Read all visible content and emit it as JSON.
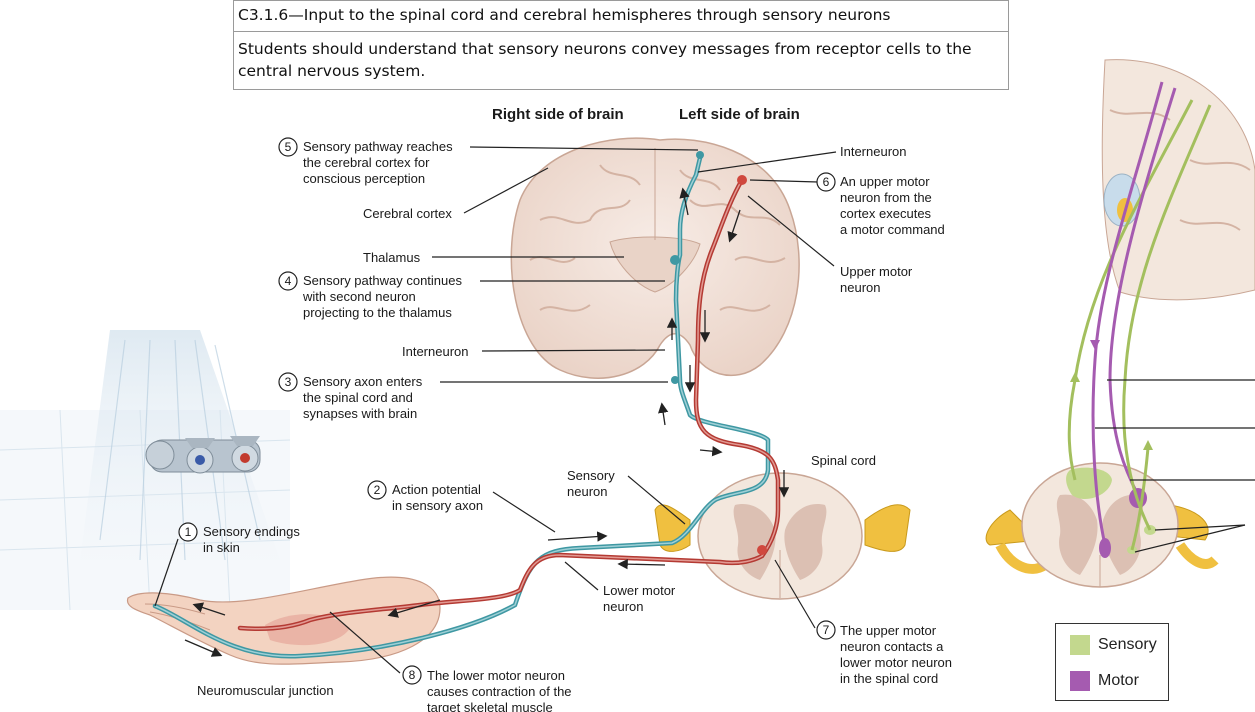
{
  "curriculum": {
    "row1": "C3.1.6—Input to the spinal cord and cerebral hemispheres through sensory neurons",
    "row2": "Students should understand that sensory neurons convey messages from receptor cells to the central nervous system."
  },
  "headers": {
    "right_side": "Right side of brain",
    "left_side": "Left side of brain"
  },
  "steps": [
    {
      "n": "1",
      "lines": [
        "Sensory endings",
        "in skin"
      ]
    },
    {
      "n": "2",
      "lines": [
        "Action potential",
        "in sensory axon"
      ]
    },
    {
      "n": "3",
      "lines": [
        "Sensory axon enters",
        "the spinal cord and",
        "synapses with brain"
      ]
    },
    {
      "n": "4",
      "lines": [
        "Sensory pathway continues",
        "with second neuron",
        "projecting to the thalamus"
      ]
    },
    {
      "n": "5",
      "lines": [
        "Sensory pathway reaches",
        "the cerebral cortex for",
        "conscious perception"
      ]
    },
    {
      "n": "6",
      "lines": [
        "An upper motor",
        "neuron from the",
        "cortex executes",
        "a motor command"
      ]
    },
    {
      "n": "7",
      "lines": [
        "The upper motor",
        "neuron contacts a",
        "lower motor neuron",
        "in the spinal cord"
      ]
    },
    {
      "n": "8",
      "lines": [
        "The  lower motor neuron",
        "causes contraction of the",
        "target skeletal muscle"
      ]
    }
  ],
  "labels": {
    "cerebral_cortex": "Cerebral cortex",
    "thalamus": "Thalamus",
    "interneuron_top": "Interneuron",
    "interneuron_mid": "Interneuron",
    "upper_motor": [
      "Upper motor",
      "neuron"
    ],
    "spinal_cord": "Spinal cord",
    "sensory_neuron": [
      "Sensory",
      "neuron"
    ],
    "lower_motor": [
      "Lower motor",
      "neuron"
    ],
    "nmj": "Neuromuscular junction"
  },
  "legend": [
    {
      "label": "Sensory",
      "color": "#c3d88e"
    },
    {
      "label": "Motor",
      "color": "#a55bb0"
    }
  ],
  "colors": {
    "sensory_axon": "#3f98a3",
    "motor_axon": "#b43a33",
    "brain_tissue": "#f2e4dc",
    "nerve_yellow": "#f0c040"
  }
}
